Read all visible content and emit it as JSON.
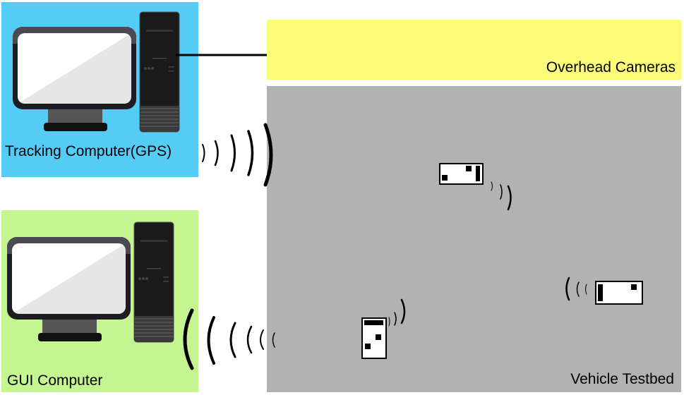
{
  "tracking": {
    "label": "Tracking Computer(GPS)",
    "color": "#55ccf6"
  },
  "gui": {
    "label": "GUI Computer",
    "color": "#c4f590"
  },
  "cameras": {
    "label": "Overhead Cameras",
    "color": "#fdfc78"
  },
  "testbed": {
    "label": "Vehicle Testbed",
    "color": "#b2b2b2"
  }
}
